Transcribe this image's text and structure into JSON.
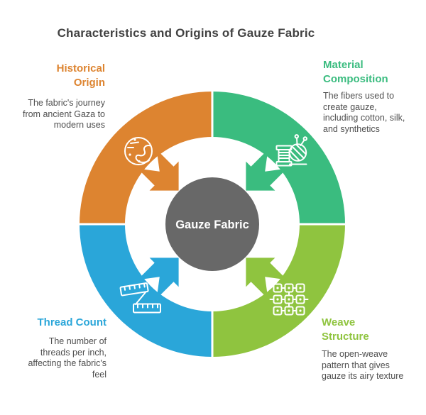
{
  "title": "Characteristics and Origins of Gauze Fabric",
  "center_label": "Gauze Fabric",
  "colors": {
    "orange": "#dd8430",
    "green": "#3abc7f",
    "blue": "#2aa6d9",
    "lime": "#8fc43f",
    "center_circle": "#686868",
    "center_text": "#ffffff",
    "title_text": "#424242",
    "body_text": "#4f4f4f"
  },
  "sections": {
    "historical_origin": {
      "heading": "Historical\nOrigin",
      "body": "The fabric's journey\nfrom ancient Gaza to\nmodern uses",
      "icon": "planet-icon"
    },
    "material_composition": {
      "heading": "Material\nComposition",
      "body": "The fibers used to\ncreate gauze,\nincluding cotton, silk,\nand synthetics",
      "icon": "yarn-and-spool-icon"
    },
    "thread_count": {
      "heading": "Thread Count",
      "body": "The number of\nthreads per inch,\naffecting the fabric's\nfeel",
      "icon": "measuring-tape-icon"
    },
    "weave_structure": {
      "heading": "Weave\nStructure",
      "body": "The open-weave\npattern that gives\ngauze its airy texture",
      "icon": "weave-grid-icon"
    }
  }
}
